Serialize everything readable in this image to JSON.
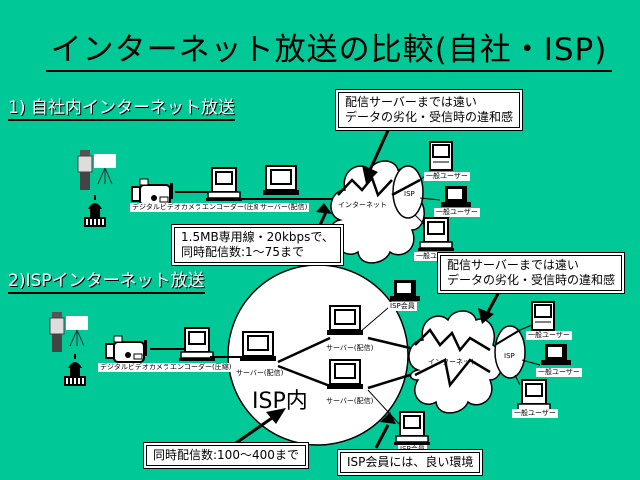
{
  "slide": {
    "background_color": "#00C896",
    "title": "インターネット放送の比較(自社・ISP)"
  },
  "section1": {
    "heading": "1) 自社内インターネット放送",
    "devices": {
      "camera_label": "デジタルビデオカメラ",
      "encoder_label": "エンコーダー(圧縮)",
      "server_label": "サーバー(配信)",
      "internet_label": "インターネット",
      "isp_label": "ISP",
      "user_labels": [
        "一般ユーザー",
        "一般ユーザー",
        "一般ユーザー"
      ]
    },
    "callout_top": {
      "line1": "配信サーバーまでは遠い",
      "line2": "データの劣化・受信時の違和感"
    },
    "callout_bottom": {
      "line1": "1.5MB専用線・20kbpsで、",
      "line2": "同時配信数:1～75まで"
    }
  },
  "section2": {
    "heading": "2)ISPインターネット放送",
    "devices": {
      "camera_label": "デジタルビデオカメラ",
      "encoder_label": "エンコーダー(圧縮)",
      "server_labels": [
        "サーバー(配信)",
        "サーバー(配信)",
        "サーバー(配信)"
      ],
      "isp_area_label": "ISP内",
      "internet_label": "インターネット",
      "isp_label": "ISP",
      "isp_member_labels": [
        "ISP会員",
        "ISP会員"
      ],
      "user_labels": [
        "一般ユーザー",
        "一般ユーザー",
        "一般ユーザー"
      ]
    },
    "callout_top": {
      "line1": "配信サーバーまでは遠い",
      "line2": "データの劣化・受信時の違和感"
    },
    "callout_bottom_left": {
      "text": "同時配信数:100～400まで"
    },
    "callout_bottom_right": {
      "text": "ISP会員には、良い環境"
    }
  }
}
